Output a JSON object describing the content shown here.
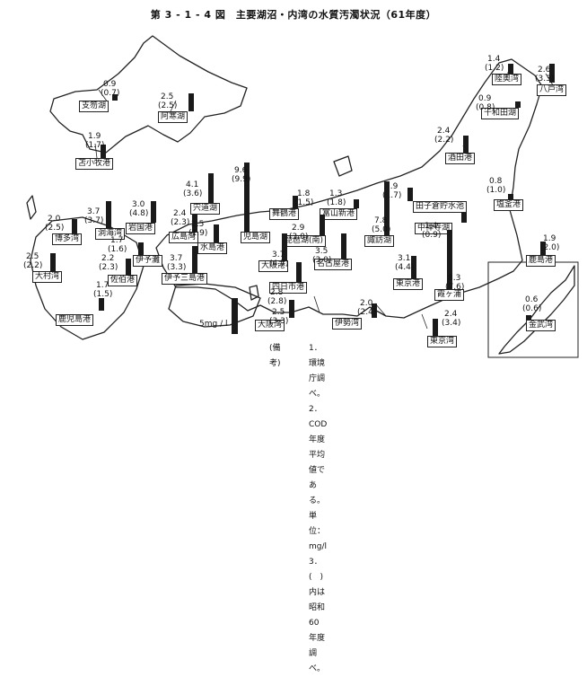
{
  "title": "第 3 - 1 - 4 図　主要湖沼・内湾の水質汚濁状況（61年度）",
  "scale": {
    "label": "5mg / l",
    "value": 5
  },
  "notes": {
    "head": "(備考)",
    "lines": [
      "1．環境庁調べ。",
      "2．COD年度平均値である。単位：mg/l",
      "3．(　)内は昭和60年度調べ。"
    ]
  },
  "sites": [
    {
      "name": "支笏湖",
      "v61": "0.9",
      "v60": "(0.7)"
    },
    {
      "name": "阿寒湖",
      "v61": "2.5",
      "v60": "(2.5)"
    },
    {
      "name": "苫小牧港",
      "v61": "1.9",
      "v60": "(1.7)"
    },
    {
      "name": "陸奥湾",
      "v61": "1.4",
      "v60": "(1.2)"
    },
    {
      "name": "八戸湾",
      "v61": "2.6",
      "v60": "(3.3)"
    },
    {
      "name": "十和田湖",
      "v61": "0.9",
      "v60": "(0.8)"
    },
    {
      "name": "酒田港",
      "v61": "2.4",
      "v60": "(2.2)"
    },
    {
      "name": "塩釜港",
      "v61": "0.8",
      "v60": "(1.0)"
    },
    {
      "name": "田子倉貯水池",
      "v61": "1.9",
      "v60": "(1.7)"
    },
    {
      "name": "中禅寺湖",
      "v61": "1.4",
      "v60": "(0.9)"
    },
    {
      "name": "諏訪湖",
      "v61": "7.8",
      "v60": "(5.0)"
    },
    {
      "name": "富山新港",
      "v61": "1.3",
      "v60": "(1.8)"
    },
    {
      "name": "舞鶴港",
      "v61": "1.8",
      "v60": "(1.5)"
    },
    {
      "name": "児島湖",
      "v61": "9.6",
      "v60": "(9.9)"
    },
    {
      "name": "宍道湖",
      "v61": "4.1",
      "v60": "(3.6)"
    },
    {
      "name": "岩国港",
      "v61": "3.0",
      "v60": "(4.8)"
    },
    {
      "name": "広島湾",
      "v61": "2.4",
      "v60": "(2.3)"
    },
    {
      "name": "水島港",
      "v61": "2.5",
      "v60": "(1.9)"
    },
    {
      "name": "洞海湾",
      "v61": "3.7",
      "v60": "(3.7)"
    },
    {
      "name": "博多湾",
      "v61": "2.0",
      "v60": "(2.5)"
    },
    {
      "name": "伊予灘",
      "v61": "1.7",
      "v60": "(1.6)"
    },
    {
      "name": "伊予三島港",
      "v61": "3.7",
      "v60": "(3.3)"
    },
    {
      "name": "大村湾",
      "v61": "2.5",
      "v60": "(2.2)"
    },
    {
      "name": "佐伯港",
      "v61": "2.2",
      "v60": "(2.3)"
    },
    {
      "name": "鹿児島港",
      "v61": "1.7",
      "v60": "(1.5)"
    },
    {
      "name": "琵琶湖(南)",
      "v61": "2.9",
      "v60": "(3.0)"
    },
    {
      "name": "大阪港",
      "v61": "3.7",
      "v60": "(4.7)"
    },
    {
      "name": "名古屋港",
      "v61": "3.5",
      "v60": "(3.0)"
    },
    {
      "name": "四日市港",
      "v61": "2.8",
      "v60": "(2.8)"
    },
    {
      "name": "大阪湾",
      "v61": "2.5",
      "v60": "(3.3)"
    },
    {
      "name": "伊勢湾",
      "v61": "2.0",
      "v60": "(2.4)"
    },
    {
      "name": "東京港",
      "v61": "3.1",
      "v60": "(4.4)"
    },
    {
      "name": "霞ヶ浦",
      "v61": "8.3",
      "v60": "(7.6)"
    },
    {
      "name": "鹿島港",
      "v61": "1.9",
      "v60": "(2.0)"
    },
    {
      "name": "東京湾",
      "v61": "2.4",
      "v60": "(3.4)"
    },
    {
      "name": "金武湾",
      "v61": "0.6",
      "v60": "(0.6)"
    }
  ]
}
